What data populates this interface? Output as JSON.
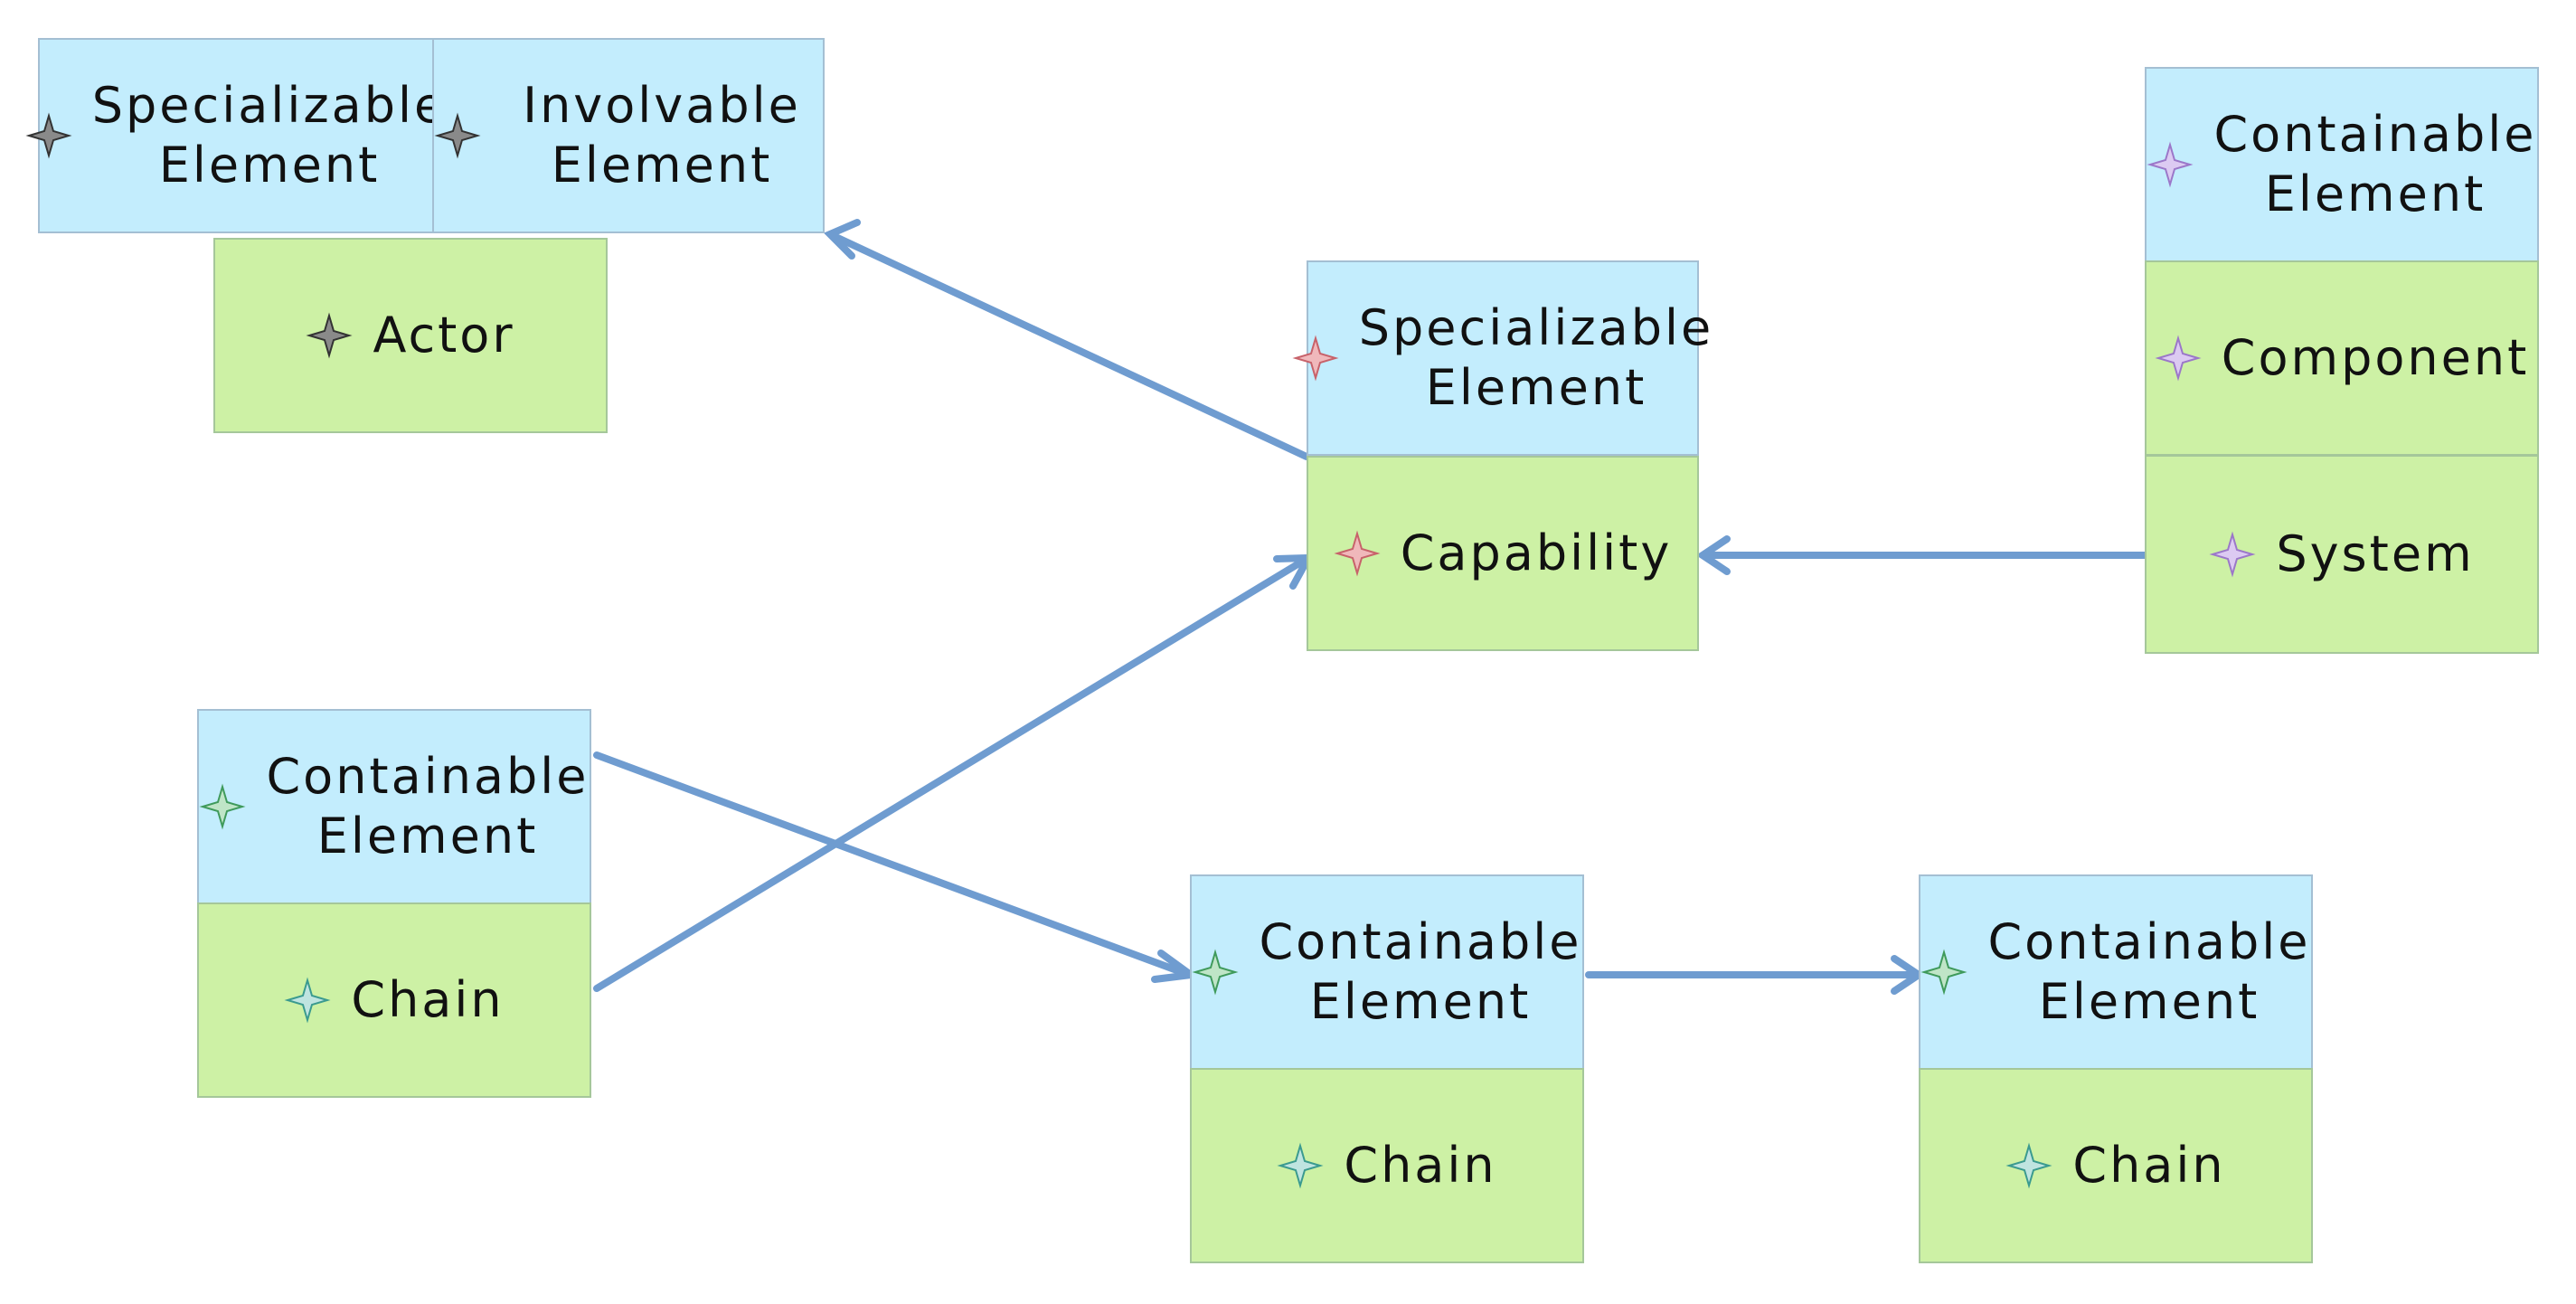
{
  "diagram": {
    "colors": {
      "header_fill": "#c3edfd",
      "body_fill": "#cdf1a5",
      "arrow": "#6f9cd0",
      "icon_gray": "#6e6e6e",
      "icon_pink": "#d98a8f",
      "icon_purple": "#a88ccf",
      "icon_green": "#5fae8a"
    },
    "nodes": {
      "top_left_specializable": {
        "label": "Specializable Element",
        "icon": "gray-star-icon"
      },
      "top_left_involvable": {
        "label": "Involvable Element",
        "icon": "gray-star-icon"
      },
      "actor": {
        "label": "Actor",
        "icon": "gray-star-icon"
      },
      "capability_header": {
        "label": "Specializable Element",
        "icon": "pink-star-icon"
      },
      "capability": {
        "label": "Capability",
        "icon": "pink-star-icon"
      },
      "right_containable": {
        "label": "Containable Element",
        "icon": "purple-star-icon"
      },
      "component": {
        "label": "Component",
        "icon": "purple-star-icon"
      },
      "system": {
        "label": "System",
        "icon": "purple-star-icon"
      },
      "left_containable": {
        "label": "Containable Element",
        "icon": "green-star-icon"
      },
      "left_chain": {
        "label": "Chain",
        "icon": "teal-star-icon"
      },
      "mid_containable": {
        "label": "Containable Element",
        "icon": "green-star-icon"
      },
      "mid_chain": {
        "label": "Chain",
        "icon": "teal-star-icon"
      },
      "far_containable": {
        "label": "Containable Element",
        "icon": "green-star-icon"
      },
      "far_chain": {
        "label": "Chain",
        "icon": "teal-star-icon"
      }
    }
  }
}
